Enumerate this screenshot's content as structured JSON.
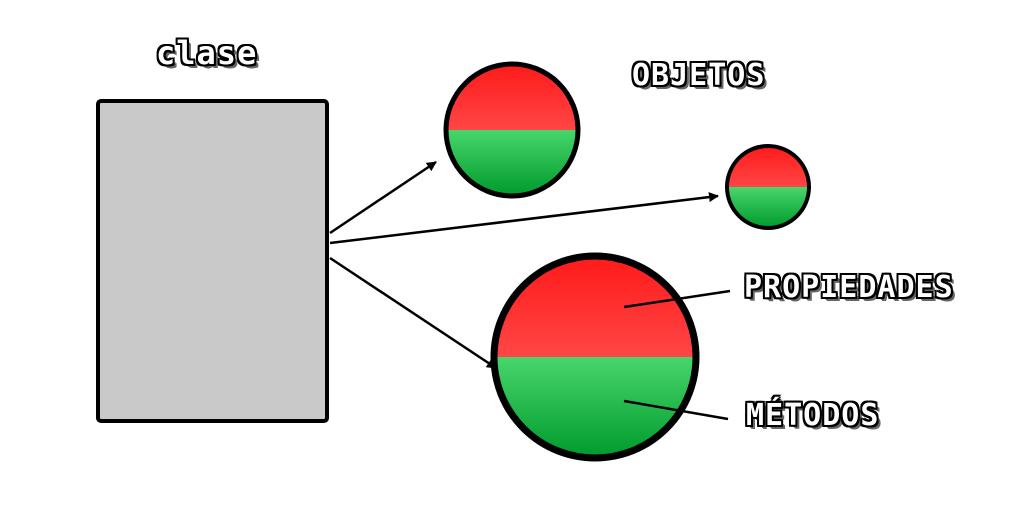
{
  "labels": {
    "clase": "clase",
    "objetos": "OBJETOS",
    "propiedades": "PROPIEDADES",
    "metodos": "MÉTODOS"
  },
  "colors": {
    "class_box": "#c9c9c9",
    "top_red": "#ff2020",
    "top_light": "#ff9a9a",
    "bottom_green": "#00a030",
    "bottom_light": "#80f5a0",
    "outline": "#000000"
  }
}
